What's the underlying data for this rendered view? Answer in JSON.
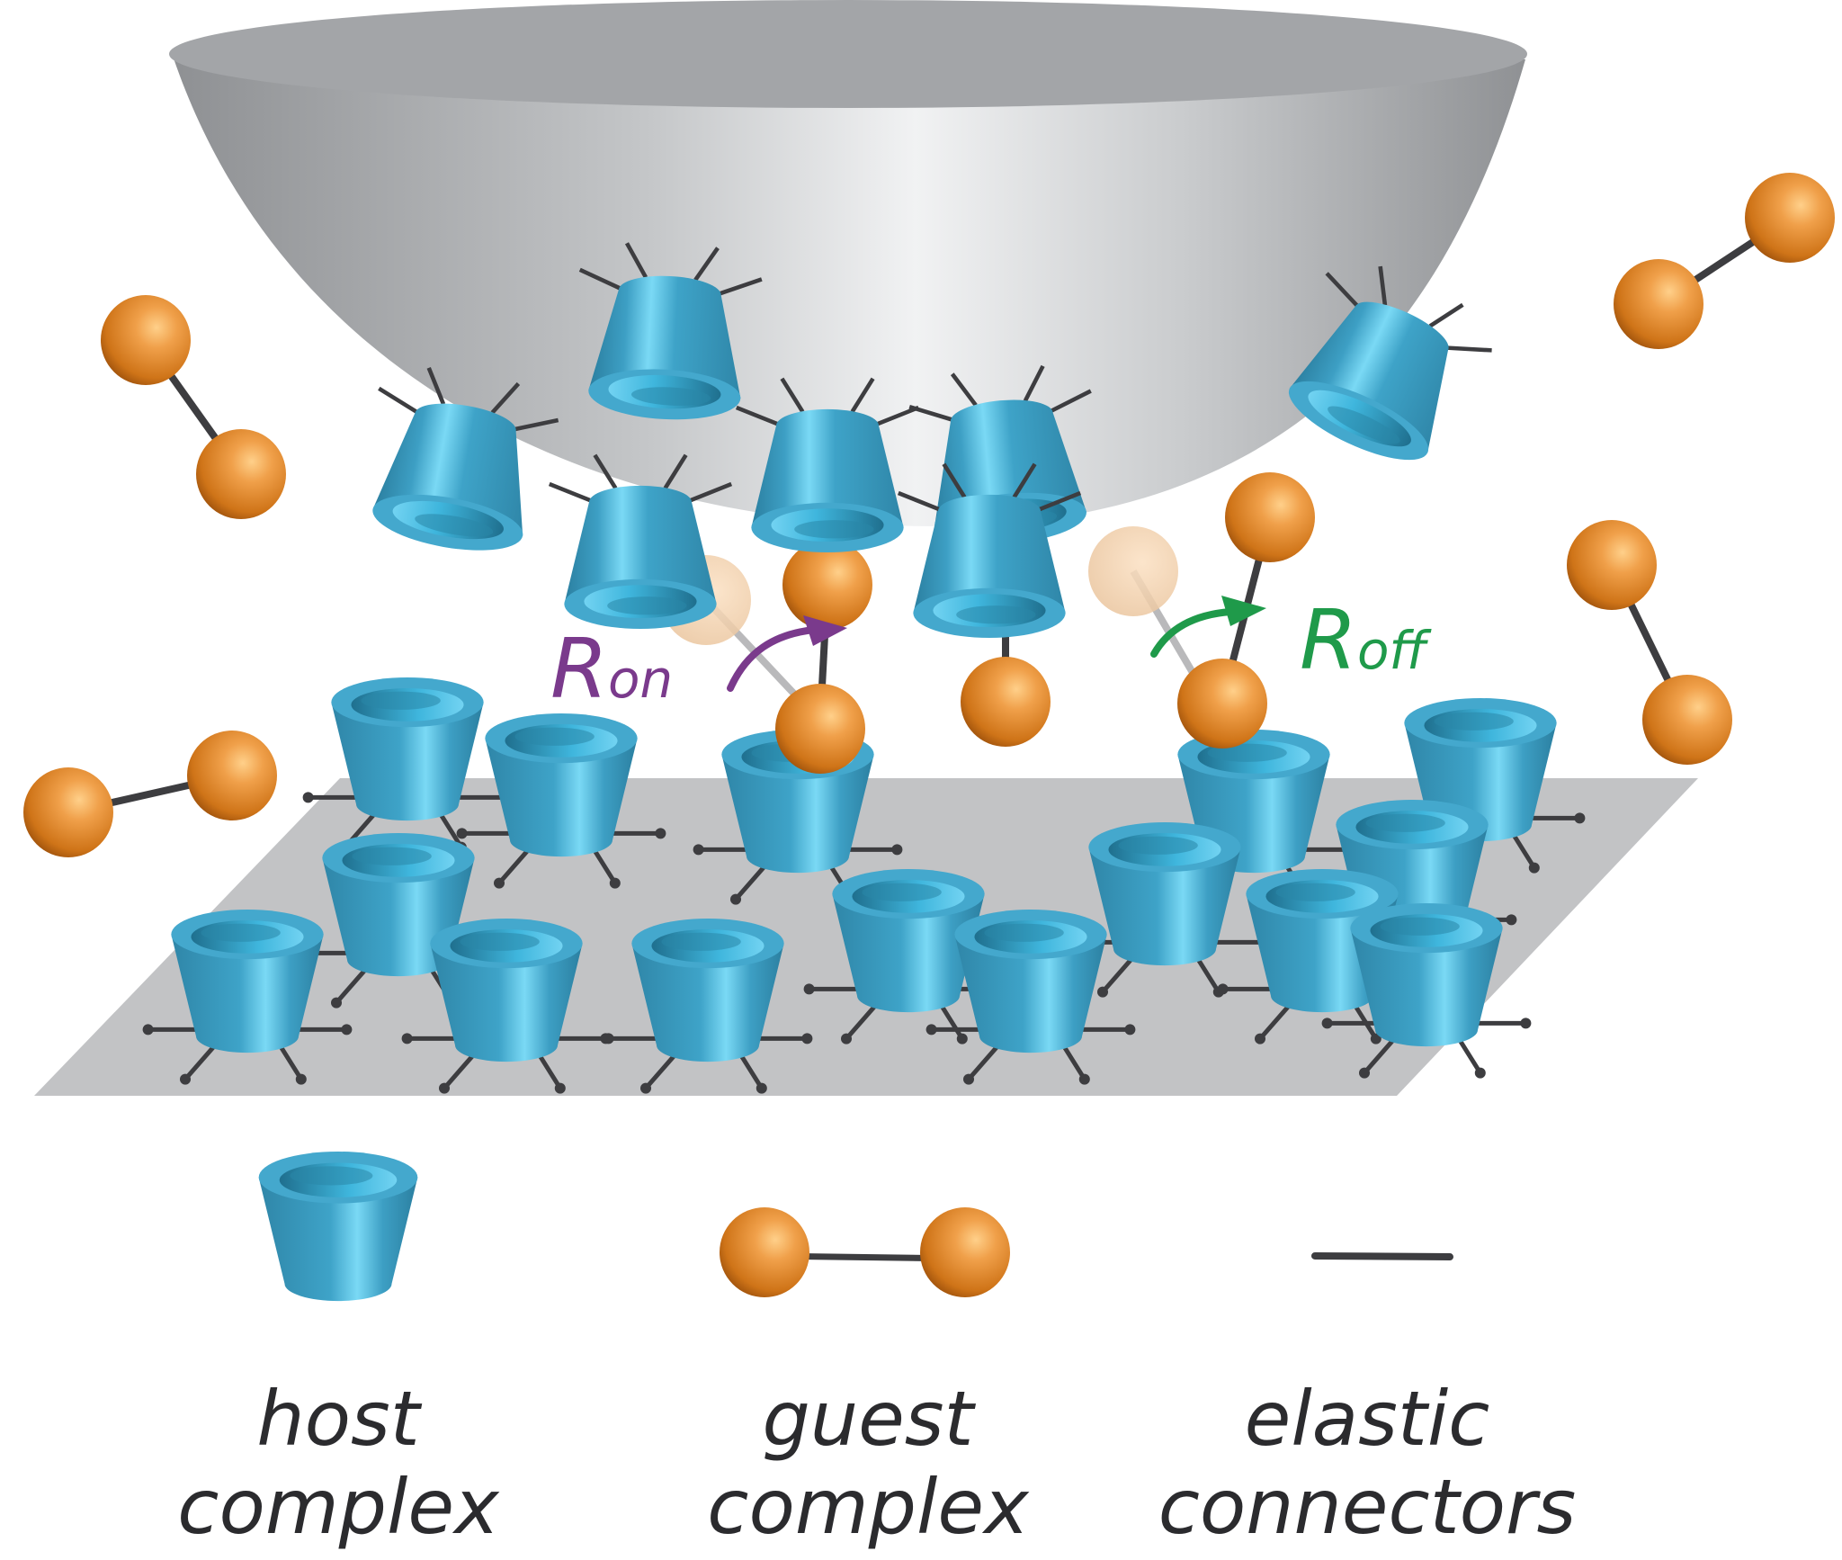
{
  "colors": {
    "host_body": "#3b9cc0",
    "host_highlight": "#6fd4f4",
    "guest_sphere": "#d9801f",
    "guest_sphere_dark": "#a05210",
    "connector": "#3d3d40",
    "surface": "#c2c3c5",
    "bowl": "#a7a9ac",
    "r_on": "#7a3a8c",
    "r_off": "#1f9a4a",
    "label_text": "#2b2b2e"
  },
  "rates": {
    "on": {
      "main": "R",
      "sub": "on"
    },
    "off": {
      "main": "R",
      "sub": "off"
    }
  },
  "legend": {
    "host": {
      "icon": "host-cup-icon",
      "line1": "host",
      "line2": "complex"
    },
    "guest": {
      "icon": "guest-dumbbell-icon",
      "line1": "guest",
      "line2": "complex"
    },
    "connector": {
      "icon": "connector-line-icon",
      "line1": "elastic",
      "line2": "connectors"
    }
  }
}
